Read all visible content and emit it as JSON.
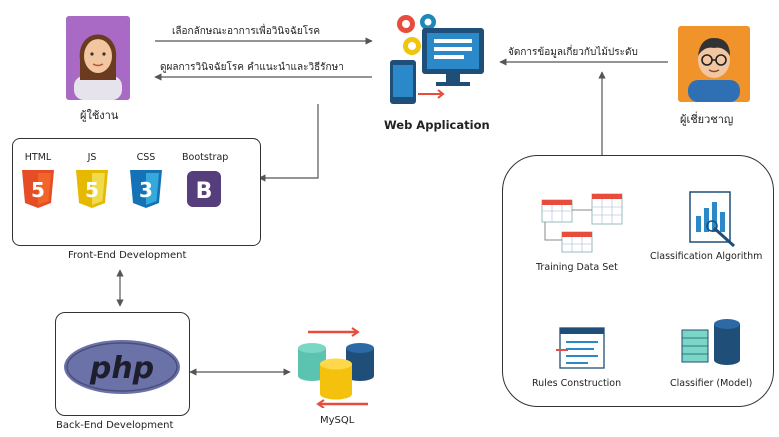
{
  "actors": {
    "user_label": "ผู้ใช้งาน",
    "expert_label": "ผู้เชี่ยวชาญ"
  },
  "flows": {
    "user_to_app": "เลือกลักษณะอาการเพื่อวินิจฉัยโรค",
    "app_to_user": "ดูผลการวินิจฉัยโรค คำแนะนำและวิธีรักษา",
    "expert_to_app": "จัดการข้อมูลเกี่ยวกับไม้ประดับ"
  },
  "app": {
    "label": "Web Application"
  },
  "frontend": {
    "caption": "Front-End Development",
    "techs": [
      {
        "label": "HTML",
        "glyph": "5",
        "color": "#e44d26"
      },
      {
        "label": "JS",
        "glyph": "5",
        "color": "#f0db4f"
      },
      {
        "label": "CSS",
        "glyph": "3",
        "color": "#1572b6"
      },
      {
        "label": "Bootstrap",
        "glyph": "B",
        "color": "#563d7c"
      }
    ]
  },
  "backend": {
    "caption": "Back-End Development",
    "logo_text": "php",
    "logo_color": "#6a72a8"
  },
  "database": {
    "caption": "MySQL"
  },
  "pipeline": {
    "training": "Training Data Set",
    "algorithm": "Classification Algorithm",
    "model": "Classifier (Model)",
    "rules": "Rules Construction"
  },
  "colors": {
    "arrow": "#555555",
    "box_border": "#333333"
  }
}
